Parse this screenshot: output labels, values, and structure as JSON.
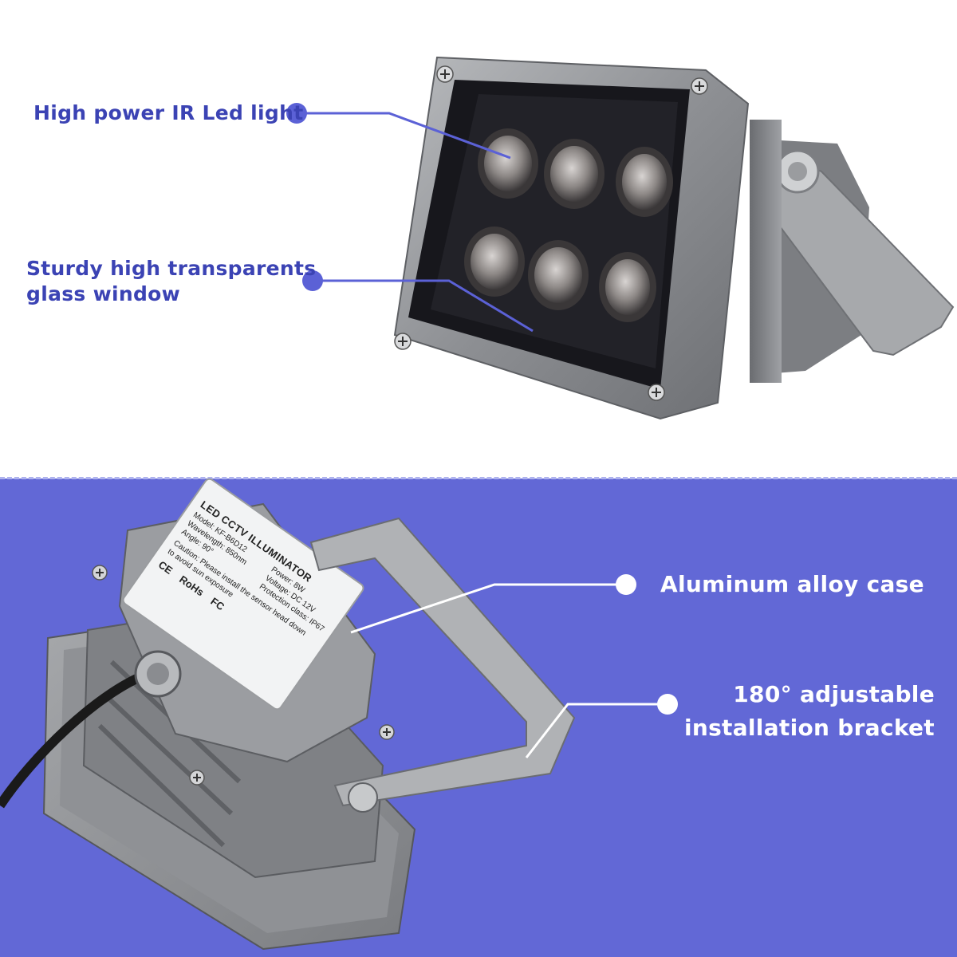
{
  "colors": {
    "accent": "#5b61d6",
    "bottom_background": "#6268d6",
    "top_text": "#3b43b4",
    "bottom_text": "#ffffff",
    "housing": "#8e9093",
    "lens_panel": "#1c1c22"
  },
  "callouts": {
    "ir_led": {
      "line1": "High power IR Led light"
    },
    "glass_window": {
      "line1": "Sturdy high transparents",
      "line2": "glass window"
    },
    "alloy_case": {
      "line1": "Aluminum alloy case"
    },
    "bracket": {
      "line1": "180° adjustable",
      "line2": "installation bracket"
    }
  },
  "product_label": {
    "title": "LED CCTV ILLUMINATOR",
    "model": "Model: KF-B6D12",
    "wavelength": "Wavelength: 850nm",
    "angle": "Angle: 90°",
    "power": "Power: 8W",
    "voltage": "Voltage: DC 12V",
    "protection": "Protection class: IP67",
    "caution1": "Caution: Please install the sensor head down",
    "caution2": "to avoid sun exposure",
    "marks": [
      "CE",
      "RoHs",
      "FC"
    ]
  }
}
